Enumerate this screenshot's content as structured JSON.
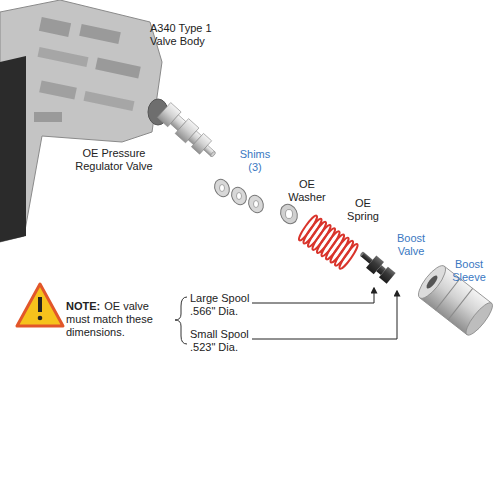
{
  "diagram": {
    "labels": [
      "A340 Type 1 Valve Body",
      "OE Pressure Regulator Valve",
      "Shims (3)",
      "OE Washer",
      "OE Spring",
      "Boost Valve",
      "Boost Sleeve",
      "NOTE:",
      "OE valve must match these dimensions.",
      "Large Spool .566\" Dia.",
      "Small Spool .523\" Dia."
    ]
  }
}
